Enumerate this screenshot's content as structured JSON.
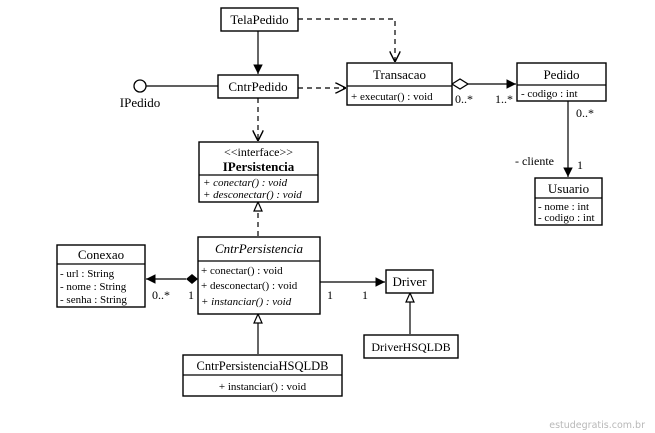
{
  "classes": {
    "tela_pedido": "TelaPedido",
    "cntr_pedido": "CntrPedido",
    "transacao": {
      "name": "Transacao",
      "op": "+ executar() : void"
    },
    "pedido": {
      "name": "Pedido",
      "attr": "- codigo : int"
    },
    "usuario": {
      "name": "Usuario",
      "attr1": "- nome : int",
      "attr2": "- codigo : int"
    },
    "ipersistencia": {
      "stereotype": "<<interface>>",
      "name": "IPersistencia",
      "op1": "+ conectar() : void",
      "op2": "+ desconectar() : void"
    },
    "cntr_persistencia": {
      "name": "CntrPersistencia",
      "op1": "+ conectar() : void",
      "op2": "+ desconectar() : void",
      "op3": "+ instanciar() : void"
    },
    "conexao": {
      "name": "Conexao",
      "attr1": "- url : String",
      "attr2": "- nome : String",
      "attr3": "- senha : String"
    },
    "driver": "Driver",
    "driver_hsqldb": "DriverHSQLDB",
    "cntr_hsqldb": {
      "name": "CntrPersistenciaHSQLDB",
      "op": "+ instanciar() : void"
    }
  },
  "interface_lollipop": "IPedido",
  "labels": {
    "mult_transacao": "0..*",
    "mult_pedido": "1..*",
    "mult_pedido_usuario": "0..*",
    "role_cliente": "- cliente",
    "mult_usuario": "1",
    "mult_conexao": "0..*",
    "mult_cntr_conexao": "1",
    "mult_cntr_driver": "1",
    "mult_driver": "1"
  },
  "watermark": "estudegratis.com.br"
}
